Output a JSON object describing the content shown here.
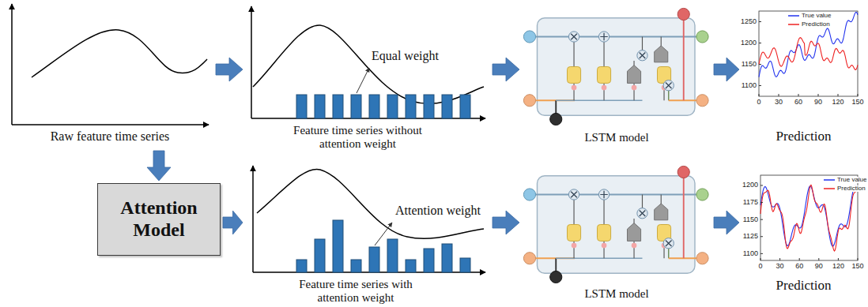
{
  "diagram": {
    "nodes": [
      {
        "text": [
          "Raw feature time series"
        ]
      },
      {
        "text": [
          "Equal weight",
          "Feature time series without attention weight"
        ]
      },
      {
        "text": [
          "LSTM model"
        ]
      },
      {
        "text": [
          "Prediction"
        ]
      },
      {
        "text": [
          "Attention Model"
        ]
      },
      {
        "text": [
          "Attention weight",
          "Feature time series with attention weight"
        ]
      },
      {
        "text": [
          "LSTM model"
        ]
      },
      {
        "text": [
          "Prediction"
        ]
      }
    ],
    "edges": [
      {
        "from": 0,
        "to": 1,
        "arrow": "to"
      },
      {
        "from": 1,
        "to": 2,
        "arrow": "to"
      },
      {
        "from": 2,
        "to": 3,
        "arrow": "to"
      },
      {
        "from": 0,
        "to": 4,
        "arrow": "to"
      },
      {
        "from": 4,
        "to": 5,
        "arrow": "to"
      },
      {
        "from": 5,
        "to": 6,
        "arrow": "to"
      },
      {
        "from": 6,
        "to": 7,
        "arrow": "to"
      }
    ],
    "labels": [
      "1250",
      "1200",
      "1150",
      "1100",
      "0",
      "30",
      "60",
      "90",
      "120",
      "150",
      "1200",
      "1175",
      "1150",
      "1125",
      "1100",
      "0",
      "30",
      "60",
      "90",
      "120",
      "150"
    ],
    "legend": [
      {
        "text": "True value"
      },
      {
        "text": "Prediction"
      },
      {
        "text": "True value"
      },
      {
        "text": "Prediction"
      }
    ]
  }
}
